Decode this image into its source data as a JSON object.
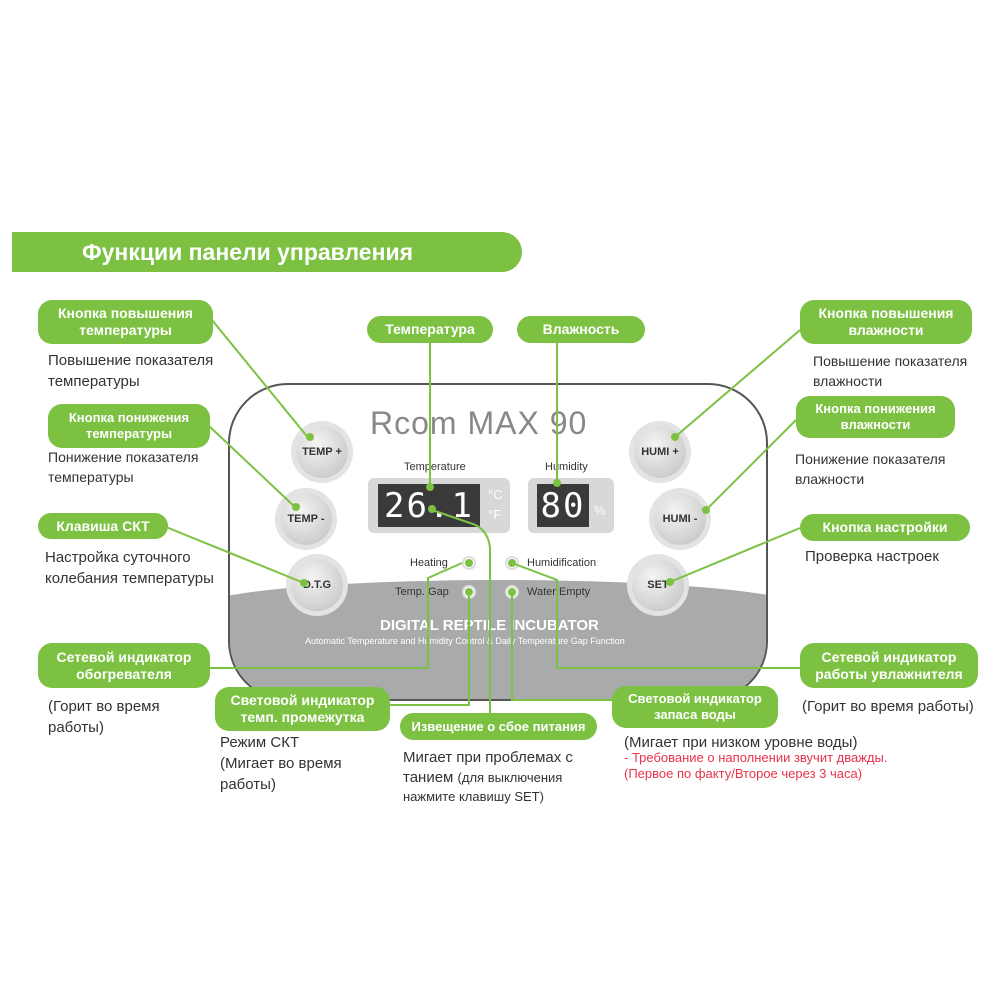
{
  "title": "Функции панели управления",
  "panel": {
    "logo": "Rcom MAX 90",
    "temperature_label": "Temperature",
    "humidity_label": "Humidity",
    "temperature_value": "26.1",
    "celsius": "°C",
    "fahrenheit": "°F",
    "humidity_value": "80",
    "percent": "%",
    "heating": "Heating",
    "humidification": "Humidification",
    "temp_gap": "Temp. Gap",
    "water_empty": "Water Empty",
    "product": "DIGITAL REPTILE INCUBATOR",
    "subtitle": "Automatic Temperature and Humidity Control & Daily Temperature Gap Function",
    "buttons": {
      "temp_plus": "TEMP +",
      "temp_minus": "TEMP -",
      "dtg": "D.T.G",
      "humi_plus": "HUMI +",
      "humi_minus": "HUMI -",
      "set": "SET"
    }
  },
  "callouts": {
    "temp_up": {
      "label": "Кнопка повышения температуры",
      "desc": "Повышение показателя температуры"
    },
    "temp_down": {
      "label": "Кнопка понижения температуры",
      "desc": "Понижение показателя температуры"
    },
    "dtg": {
      "label": "Клавиша СКТ",
      "desc": "Настройка суточного колебания температуры"
    },
    "temperature": {
      "label": "Температура"
    },
    "humidity": {
      "label": "Влажность"
    },
    "humi_up": {
      "label": "Кнопка повышения влажности",
      "desc": "Повышение показателя влажности"
    },
    "humi_down": {
      "label": "Кнопка понижения влажности",
      "desc": "Понижение показателя влажности"
    },
    "set": {
      "label": "Кнопка настройки",
      "desc": "Проверка настроек"
    },
    "heater": {
      "label": "Сетевой индикатор обогревателя",
      "desc": "(Горит во время работы)"
    },
    "gap": {
      "label": "Световой индикатор темп. промежутка",
      "desc1": "Режим СКТ",
      "desc2": "(Мигает во время работы)"
    },
    "power": {
      "label": "Извещение о сбое питания",
      "desc1": "Мигает при проблемах с танием",
      "desc2": "(для выключения нажмите клавишу SET)"
    },
    "water": {
      "label": "Световой индикатор запаса воды",
      "desc1": "(Мигает при низком уровне воды)",
      "warn1": "- Требование о наполнении звучит дважды.",
      "warn2": "(Первое по факту/Второе через 3 часа)"
    },
    "humidifier": {
      "label": "Сетевой индикатор работы увлажнителя",
      "desc": "(Горит во время работы)"
    }
  },
  "colors": {
    "accent": "#7cc142",
    "warning": "#e8334a"
  }
}
